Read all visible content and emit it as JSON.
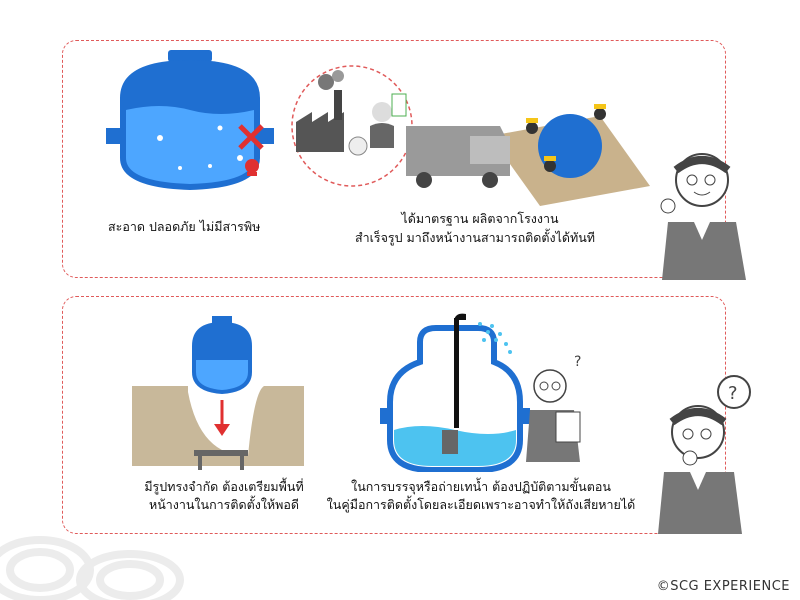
{
  "top_panel": {
    "caption_left": "สะอาด ปลอดภัย ไม่มีสารพิษ",
    "caption_right_line1": "ได้มาตรฐาน ผลิตจากโรงงาน",
    "caption_right_line2": "สำเร็จรูป มาถึงหน้างานสามารถติดตั้งได้ทันที"
  },
  "bottom_panel": {
    "caption_left_line1": "มีรูปทรงจำกัด ต้องเตรียมพื้นที่",
    "caption_left_line2": "หน้างานในการติดตั้งให้พอดี",
    "caption_right_line1": "ในการบรรจุหรือถ่ายเทน้ำ ต้องปฏิบัติตามขั้นตอน",
    "caption_right_line2": "ในคู่มือการติดตั้งโดยละเอียดเพราะอาจทำให้ถังเสียหายได้"
  },
  "footer": {
    "copyright": "©SCG EXPERIENCE"
  },
  "colors": {
    "tank_blue": "#1f6fd1",
    "panel_border": "#e05a5a",
    "cross_red": "#e03030"
  }
}
